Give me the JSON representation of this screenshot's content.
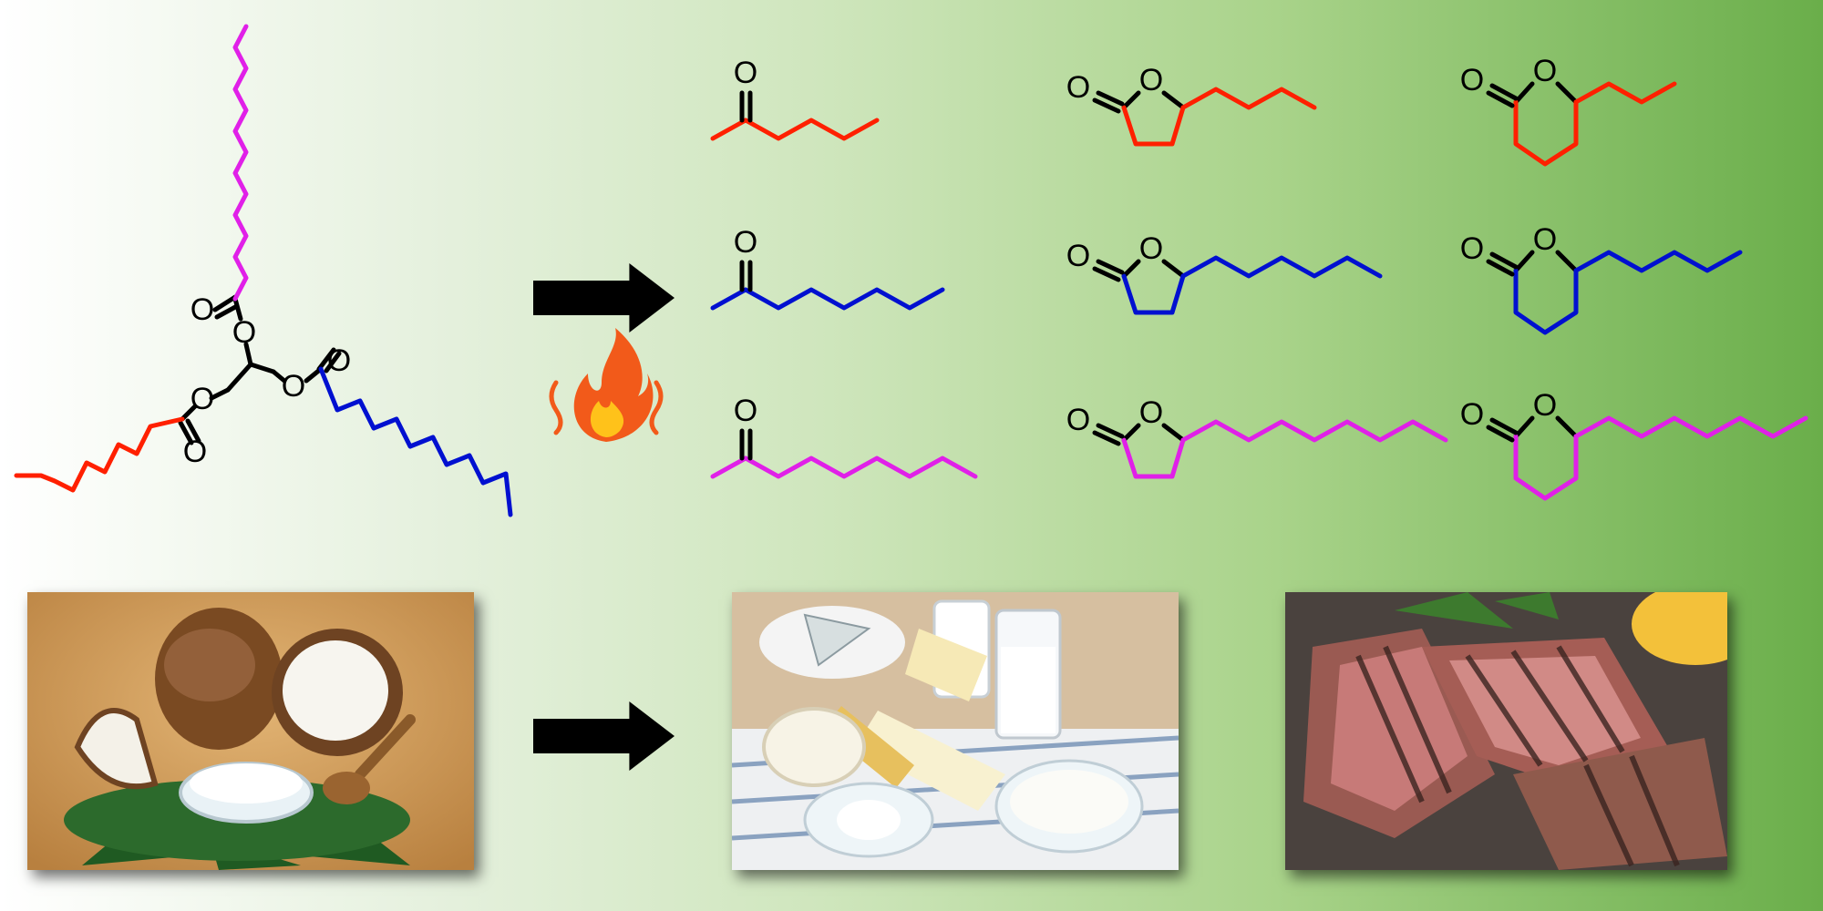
{
  "colors": {
    "chain_a": "#ff2000",
    "chain_b": "#0010d0",
    "chain_c": "#e020e8",
    "backbone": "#000000"
  },
  "atoms": {
    "oxygen": "O"
  },
  "icons": {
    "fire": "fire-icon",
    "arrow": "right-arrow-icon"
  },
  "photos": {
    "coconut": "coconut-photo",
    "dairy": "dairy-products-photo",
    "steak": "grilled-steak-photo"
  }
}
